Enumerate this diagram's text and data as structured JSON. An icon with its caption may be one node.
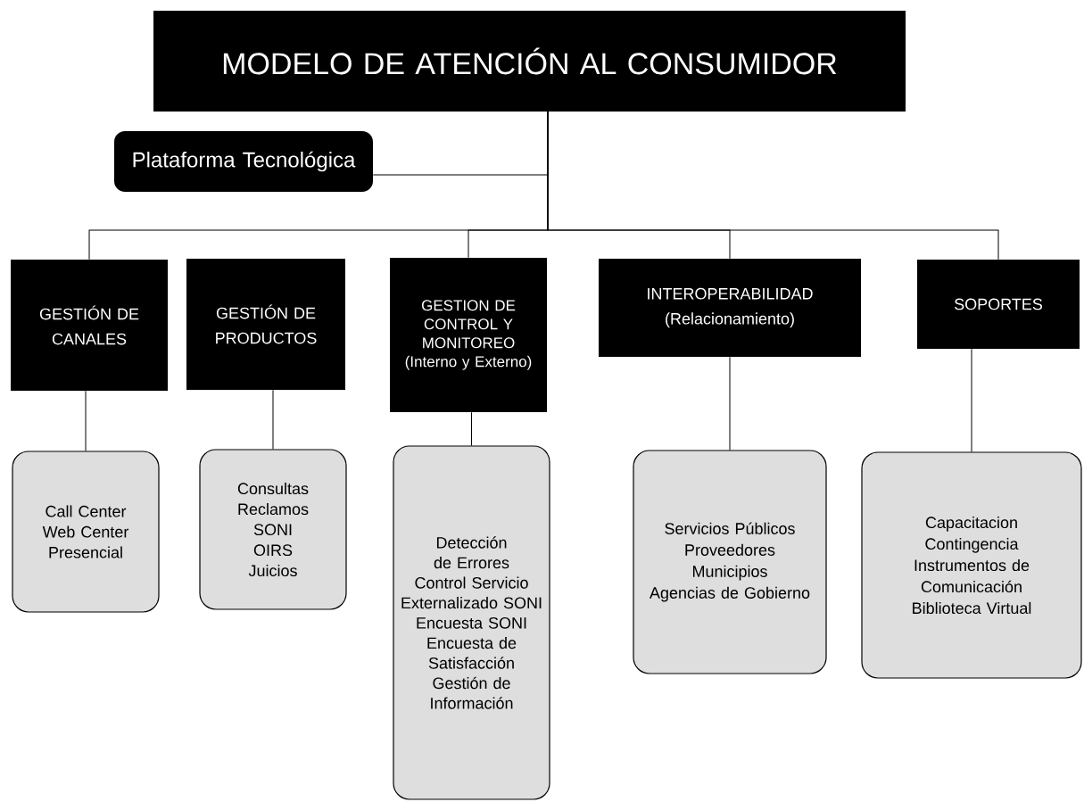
{
  "diagram": {
    "nodes": [
      {
        "text": [
          "MODELO DE ATENCIÓN AL CONSUMIDOR"
        ]
      },
      {
        "text": [
          "Plataforma Tecnológica"
        ]
      },
      {
        "text": [
          "GESTIÓN DE CANALES"
        ]
      },
      {
        "text": [
          "GESTIÓN DE PRODUCTOS"
        ]
      },
      {
        "text": [
          "GESTION DE CONTROL Y MONITOREO",
          "(Interno y Externo)"
        ]
      },
      {
        "text": [
          "INTEROPERABILIDAD",
          "(Relacionamiento)"
        ]
      },
      {
        "text": [
          "SOPORTES"
        ]
      },
      {
        "text": [
          "Call Center",
          "Web Center",
          "Presencial"
        ]
      },
      {
        "text": [
          "Consultas",
          "Reclamos",
          "SONI",
          "OIRS",
          "Juicios"
        ]
      },
      {
        "text": [
          "Detección de Errores",
          "Control Servicio Externalizado SONI",
          "Encuesta SONI",
          "Encuesta de Satisfacción",
          "Gestión de Información"
        ]
      },
      {
        "text": [
          "Servicios Públicos",
          "Proveedores",
          "Municipios",
          "Agencias de Gobierno"
        ]
      },
      {
        "text": [
          "Capacitacion",
          "Contingencia",
          "Instrumentos de Comunicación",
          "Biblioteca Virtual"
        ]
      }
    ],
    "edges": [
      {
        "from": 1,
        "to": 0,
        "arrow": "none"
      },
      {
        "from": 0,
        "to": 2,
        "arrow": "none"
      },
      {
        "from": 0,
        "to": 4,
        "arrow": "none"
      },
      {
        "from": 0,
        "to": 5,
        "arrow": "none"
      },
      {
        "from": 0,
        "to": 6,
        "arrow": "none"
      },
      {
        "from": 2,
        "to": 7,
        "arrow": "none"
      },
      {
        "from": 3,
        "to": 8,
        "arrow": "none"
      },
      {
        "from": 4,
        "to": 9,
        "arrow": "none"
      },
      {
        "from": 5,
        "to": 10,
        "arrow": "none"
      },
      {
        "from": 6,
        "to": 11,
        "arrow": "none"
      }
    ]
  }
}
